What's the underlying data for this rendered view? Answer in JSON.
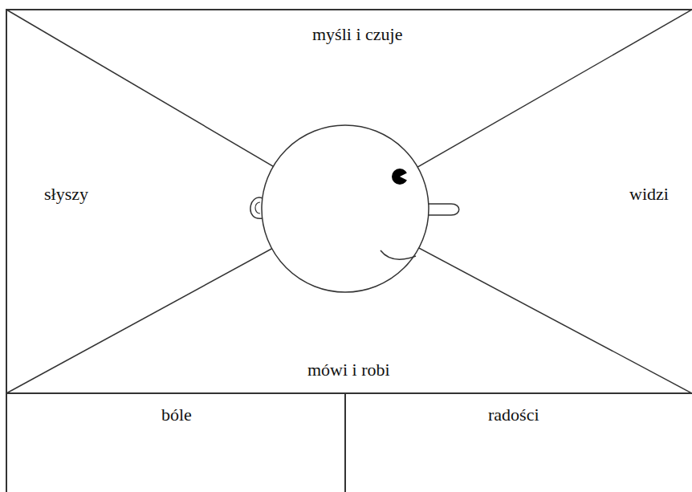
{
  "diagram": {
    "nodes": [
      {
        "text": [
          "myśli i czuje"
        ]
      },
      {
        "text": [
          "słyszy"
        ]
      },
      {
        "text": [
          "widzi"
        ]
      },
      {
        "text": [
          "mówi i robi"
        ]
      },
      {
        "text": [
          "bóle"
        ]
      },
      {
        "text": [
          "radości"
        ]
      }
    ]
  }
}
